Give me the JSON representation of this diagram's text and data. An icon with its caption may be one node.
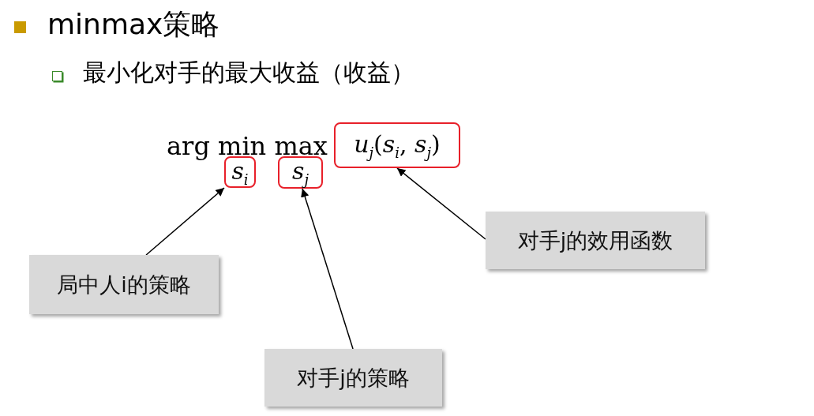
{
  "diagram": {
    "title": "minmax策略",
    "nodes": [
      {
        "text": [
          "*s*$_{i}$"
        ]
      },
      {
        "text": [
          "*s*$_{j}$"
        ]
      },
      {
        "text": [
          "*u*$_{j}$(*s*$_{i}$, *s*$_{j}$)"
        ]
      },
      {
        "text": [
          "对手j的效用函数"
        ]
      },
      {
        "text": [
          "局中人i的策略"
        ]
      },
      {
        "text": [
          "对手j的策略"
        ]
      }
    ],
    "edges": [
      {
        "from": 4,
        "to": 0,
        "arrow": "to"
      },
      {
        "from": 5,
        "to": 1,
        "arrow": "to"
      },
      {
        "from": 3,
        "to": 2,
        "arrow": "to"
      }
    ],
    "labels": [
      "最小化对手的最大收益（收益）",
      "arg min max"
    ]
  }
}
